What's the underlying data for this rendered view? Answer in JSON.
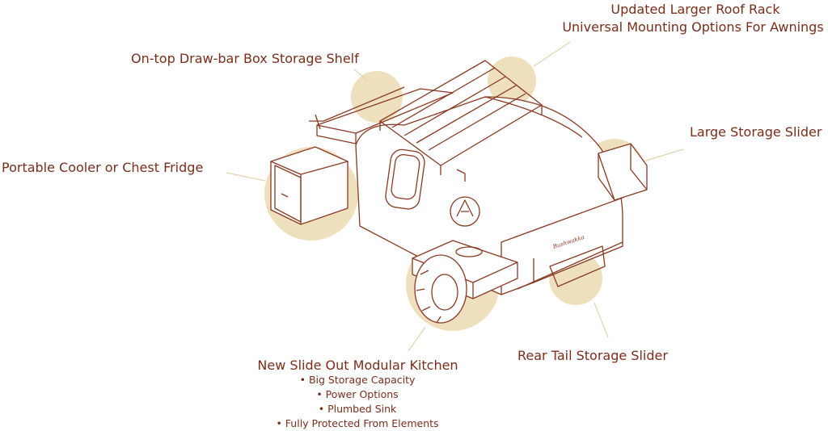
{
  "colors": {
    "text": "#7a2e1a",
    "line": "#8a3a22",
    "highlight": "#efe0bd",
    "leader": "#e3d3b0"
  },
  "callouts": {
    "roof_rack": {
      "line1": "Updated Larger Roof Rack",
      "line2": "Universal Mounting Options For Awnings"
    },
    "drawbar_shelf": "On-top Draw-bar Box Storage Shelf",
    "storage_slider": "Large Storage Slider",
    "cooler": "Portable Cooler or Chest Fridge",
    "kitchen": {
      "title": "New Slide Out Modular Kitchen",
      "features": [
        "• Big Storage Capacity",
        "• Power Options",
        "• Plumbed Sink",
        "• Fully Protected From Elements"
      ]
    },
    "rear_slider": "Rear Tail Storage Slider"
  },
  "badge_text": "Bushwakka"
}
